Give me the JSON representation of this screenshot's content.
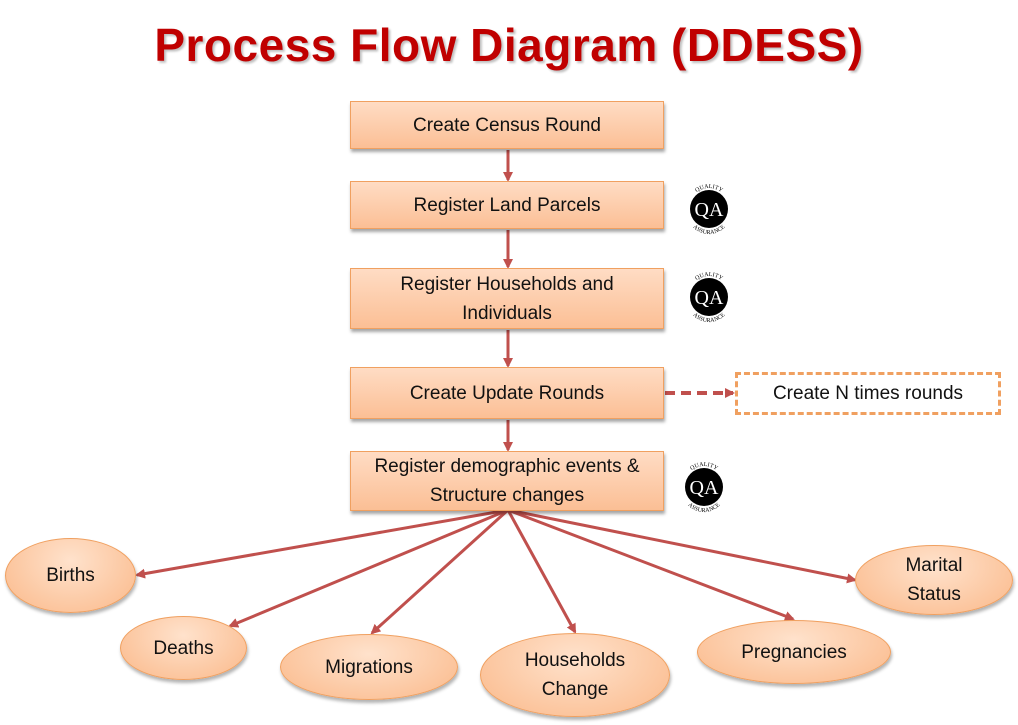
{
  "title": "Process Flow Diagram (DDESS)",
  "colors": {
    "title": "#c00000",
    "box_fill_top": "#ffdcc4",
    "box_fill_bottom": "#fbbf95",
    "box_border": "#f0a060",
    "arrow": "#c0504d"
  },
  "process_steps": [
    {
      "id": "create-census-round",
      "label": "Create Census Round",
      "qa": false
    },
    {
      "id": "register-land-parcels",
      "label": "Register Land Parcels",
      "qa": true
    },
    {
      "id": "register-households-individuals",
      "label": "Register Households and Individuals",
      "qa": true
    },
    {
      "id": "create-update-rounds",
      "label": "Create Update Rounds",
      "qa": false
    },
    {
      "id": "register-demographic-events",
      "label": "Register demographic events & Structure changes",
      "qa": true
    }
  ],
  "side_note": {
    "label": "Create N times rounds",
    "from": "create-update-rounds",
    "style": "dashed"
  },
  "qa_badge": {
    "icon": "quality-assurance-seal-icon",
    "top_text": "QUALITY",
    "center_text": "QA",
    "bottom_text": "ASSURANCE"
  },
  "events": [
    {
      "id": "births",
      "label": "Births"
    },
    {
      "id": "deaths",
      "label": "Deaths"
    },
    {
      "id": "migrations",
      "label": "Migrations"
    },
    {
      "id": "households-change",
      "label": "Households Change"
    },
    {
      "id": "pregnancies",
      "label": "Pregnancies"
    },
    {
      "id": "marital-status",
      "label": "Marital Status"
    }
  ]
}
